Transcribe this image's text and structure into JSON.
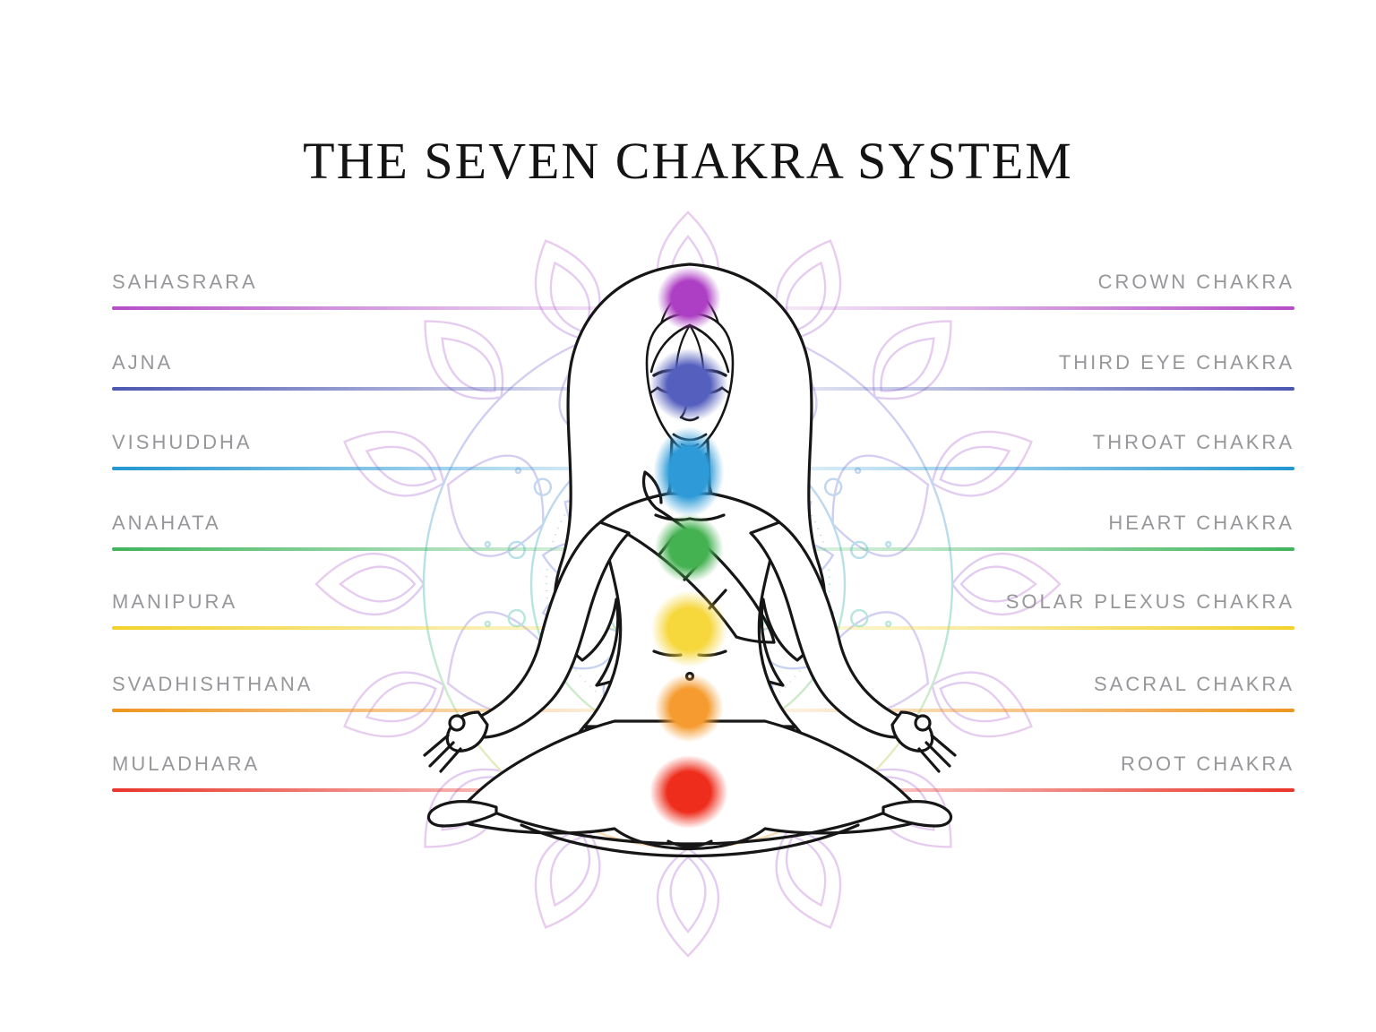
{
  "title": "THE SEVEN CHAKRA SYSTEM",
  "colors": {
    "background": "#ffffff",
    "title_text": "#141414",
    "label_text": "#96979a"
  },
  "chakras": [
    {
      "sanskrit": "SAHASRARA",
      "english": "CROWN CHAKRA",
      "line_color": "#b44ec6",
      "dot_color": "#ad3fc4"
    },
    {
      "sanskrit": "AJNA",
      "english": "THIRD EYE CHAKRA",
      "line_color": "#4c57b0",
      "dot_color": "#5560be"
    },
    {
      "sanskrit": "VISHUDDHA",
      "english": "THROAT CHAKRA",
      "line_color": "#2396d2",
      "dot_color": "#2e9bd8"
    },
    {
      "sanskrit": "ANAHATA",
      "english": "HEART CHAKRA",
      "line_color": "#3eb55c",
      "dot_color": "#45b252"
    },
    {
      "sanskrit": "MANIPURA",
      "english": "SOLAR PLEXUS CHAKRA",
      "line_color": "#f2d22a",
      "dot_color": "#f6d73c"
    },
    {
      "sanskrit": "SVADHISHTHANA",
      "english": "SACRAL CHAKRA",
      "line_color": "#f0941f",
      "dot_color": "#f59b2f"
    },
    {
      "sanskrit": "MULADHARA",
      "english": "ROOT CHAKRA",
      "line_color": "#e8352a",
      "dot_color": "#ee2d1c"
    }
  ],
  "illustration": {
    "figure": "meditating-woman-lotus-pose",
    "background": "rainbow-mandala"
  }
}
